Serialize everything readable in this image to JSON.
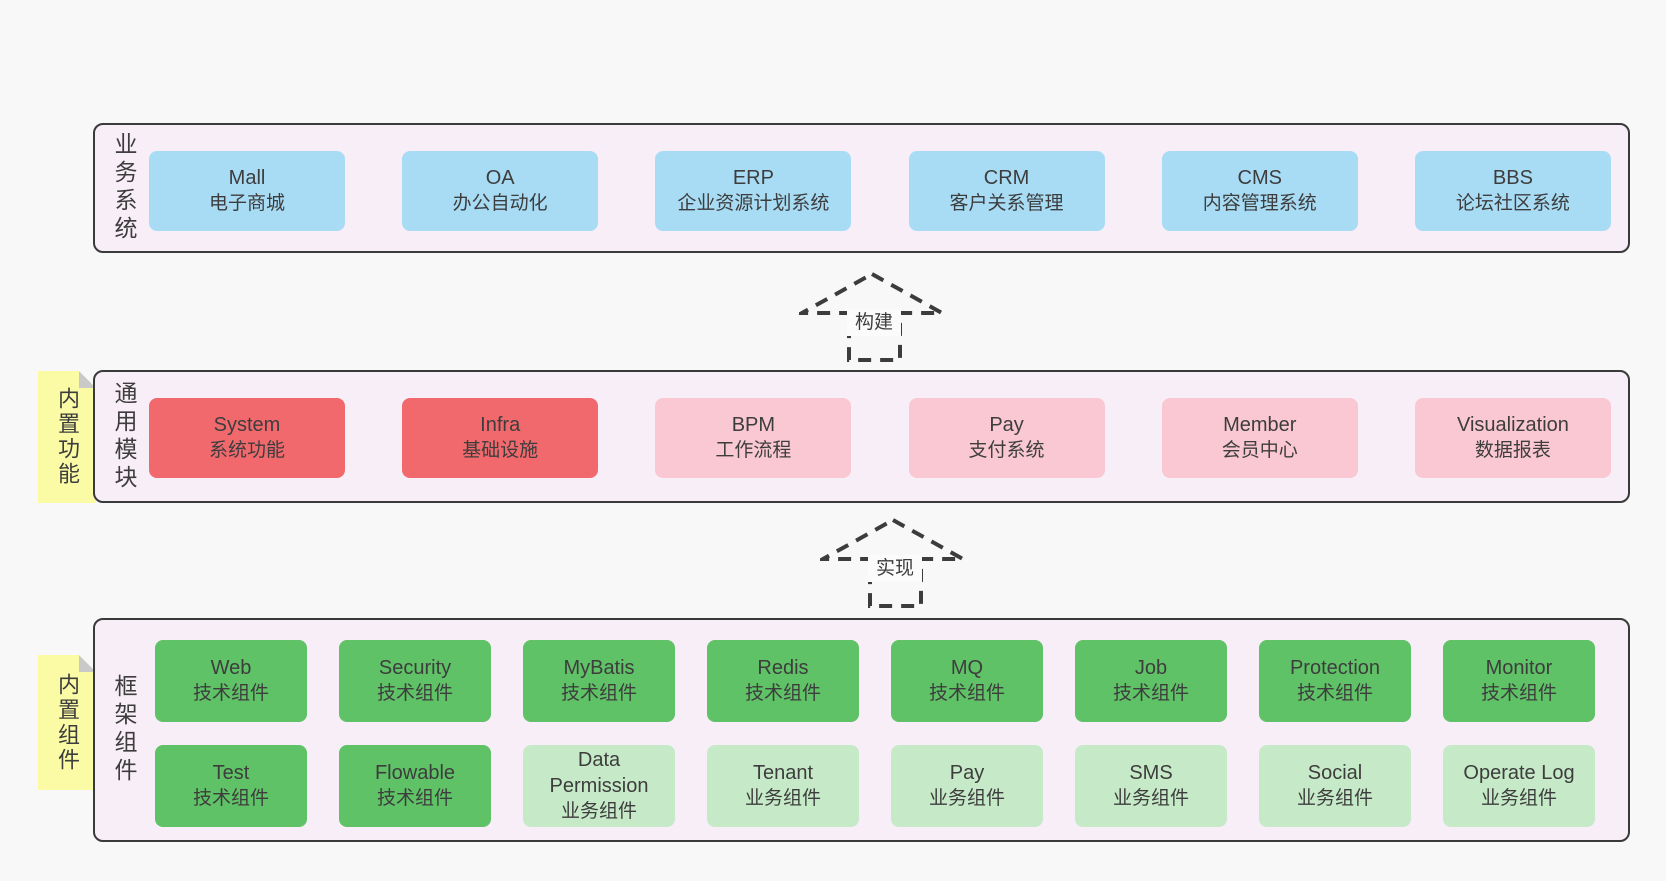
{
  "colors": {
    "page_background": "#f8f8f8",
    "layer_background": "#f8eef7",
    "layer_border": "#3a3a3a",
    "business_box": "#a8dcf5",
    "core_module_box": "#f1696d",
    "extension_module_box": "#f9c8d3",
    "tech_component_box": "#5fc266",
    "biz_component_box": "#c6e9c8",
    "sticky_tab": "#fbfba6",
    "text": "#3d3d3d"
  },
  "arrows": {
    "build": "构建",
    "implement": "实现"
  },
  "layers": {
    "business": {
      "label": "业务系统",
      "boxes": [
        {
          "name": "Mall",
          "desc": "电子商城"
        },
        {
          "name": "OA",
          "desc": "办公自动化"
        },
        {
          "name": "ERP",
          "desc": "企业资源计划系统"
        },
        {
          "name": "CRM",
          "desc": "客户关系管理"
        },
        {
          "name": "CMS",
          "desc": "内容管理系统"
        },
        {
          "name": "BBS",
          "desc": "论坛社区系统"
        }
      ]
    },
    "modules": {
      "label": "通用模块",
      "tab": "内置功能",
      "boxes": [
        {
          "name": "System",
          "desc": "系统功能"
        },
        {
          "name": "Infra",
          "desc": "基础设施"
        },
        {
          "name": "BPM",
          "desc": "工作流程"
        },
        {
          "name": "Pay",
          "desc": "支付系统"
        },
        {
          "name": "Member",
          "desc": "会员中心"
        },
        {
          "name": "Visualization",
          "desc": "数据报表"
        }
      ]
    },
    "components": {
      "label": "框架组件",
      "tab": "内置组件",
      "row1": [
        {
          "name": "Web",
          "desc": "技术组件"
        },
        {
          "name": "Security",
          "desc": "技术组件"
        },
        {
          "name": "MyBatis",
          "desc": "技术组件"
        },
        {
          "name": "Redis",
          "desc": "技术组件"
        },
        {
          "name": "MQ",
          "desc": "技术组件"
        },
        {
          "name": "Job",
          "desc": "技术组件"
        },
        {
          "name": "Protection",
          "desc": "技术组件"
        },
        {
          "name": "Monitor",
          "desc": "技术组件"
        }
      ],
      "row2": [
        {
          "name": "Test",
          "desc": "技术组件"
        },
        {
          "name": "Flowable",
          "desc": "技术组件"
        },
        {
          "name": "Data Permission",
          "desc": "业务组件"
        },
        {
          "name": "Tenant",
          "desc": "业务组件"
        },
        {
          "name": "Pay",
          "desc": "业务组件"
        },
        {
          "name": "SMS",
          "desc": "业务组件"
        },
        {
          "name": "Social",
          "desc": "业务组件"
        },
        {
          "name": "Operate Log",
          "desc": "业务组件"
        }
      ]
    }
  }
}
